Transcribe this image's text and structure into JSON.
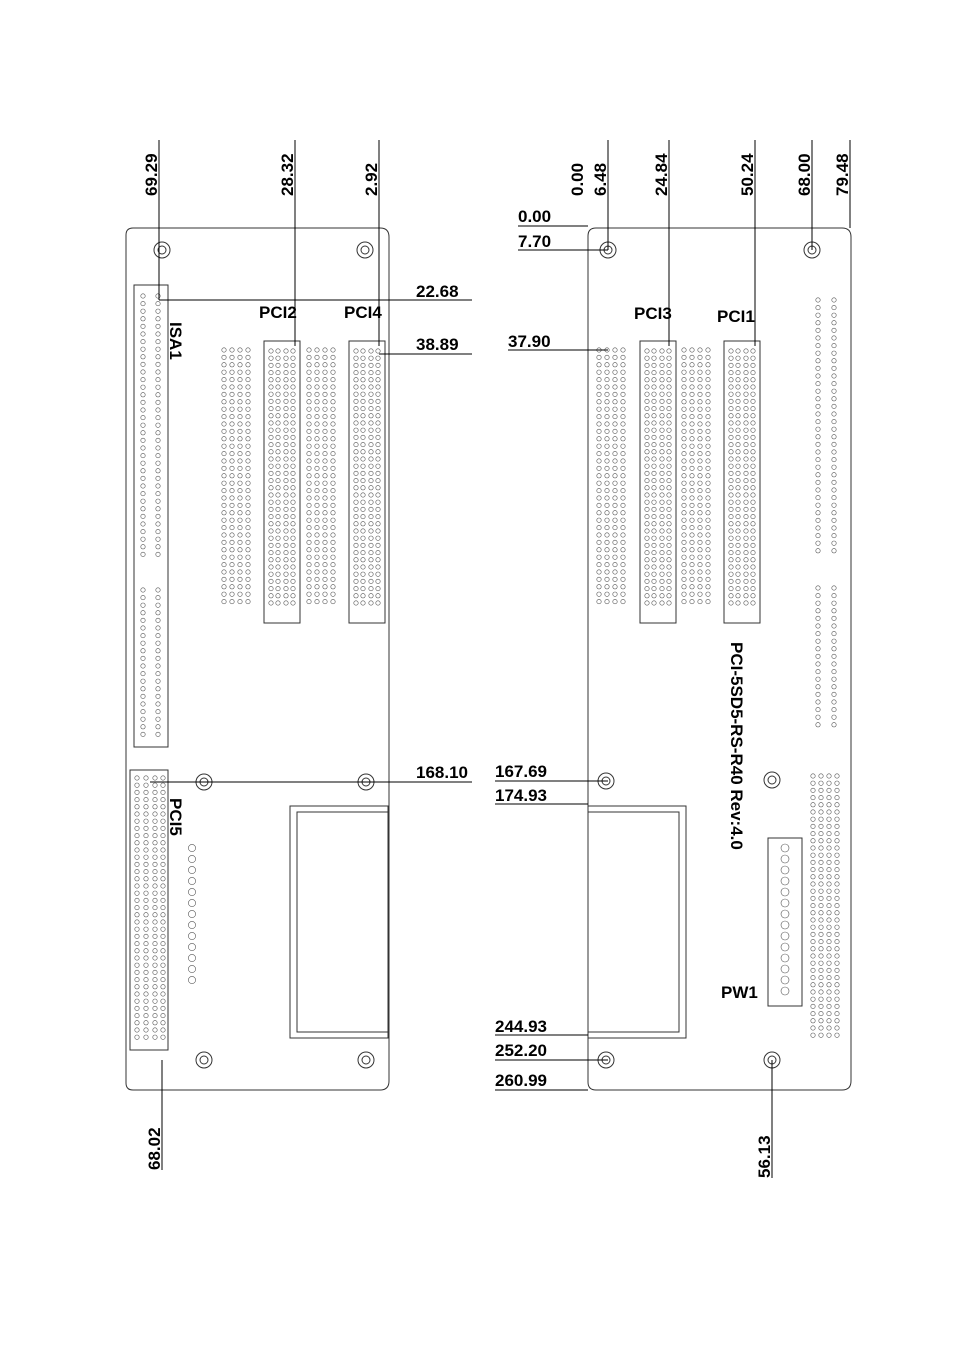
{
  "board": {
    "model": "PCI-5SD5-RS-R40 Rev:4.0"
  },
  "slots": {
    "isa1": "ISA1",
    "pci1": "PCI1",
    "pci2": "PCI2",
    "pci3": "PCI3",
    "pci4": "PCI4",
    "pci5": "PCI5",
    "pw1": "PW1"
  },
  "dimensions": {
    "top": {
      "d69_29": "69.29",
      "d28_32": "28.32",
      "d2_92": "2.92",
      "d0_00": "0.00",
      "d6_48": "6.48",
      "d24_84": "24.84",
      "d50_24": "50.24",
      "d68_00": "68.00",
      "d79_48": "79.48"
    },
    "side": {
      "d0_00": "0.00",
      "d7_70": "7.70",
      "d22_68": "22.68",
      "d38_89": "38.89",
      "d37_90": "37.90",
      "d168_10": "168.10",
      "d167_69": "167.69",
      "d174_93": "174.93",
      "d244_93": "244.93",
      "d252_20": "252.20",
      "d260_99": "260.99"
    },
    "bottom": {
      "d68_02": "68.02",
      "d56_13": "56.13"
    }
  }
}
